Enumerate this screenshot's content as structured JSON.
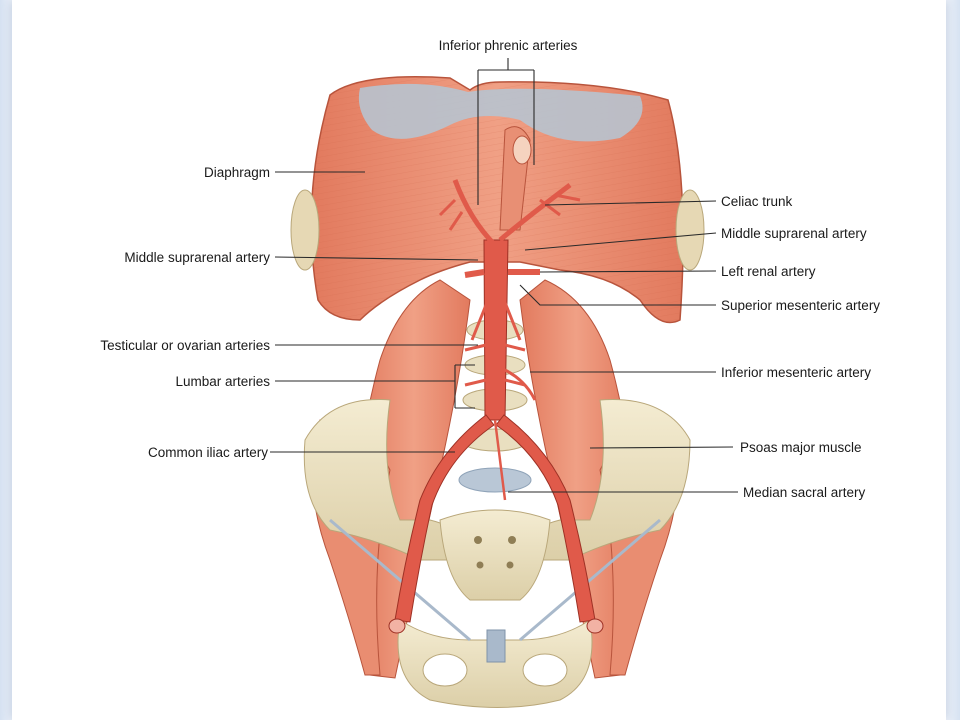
{
  "labels": {
    "inferior_phrenic": "Inferior phrenic arteries",
    "diaphragm": "Diaphragm",
    "middle_suprarenal_left": "Middle suprarenal artery",
    "testicular_ovarian": "Testicular or ovarian arteries",
    "lumbar": "Lumbar arteries",
    "common_iliac": "Common iliac artery",
    "celiac_trunk": "Celiac trunk",
    "middle_suprarenal_right": "Middle suprarenal artery",
    "left_renal": "Left renal artery",
    "superior_mesenteric": "Superior mesenteric artery",
    "inferior_mesenteric": "Inferior mesenteric artery",
    "psoas_major": "Psoas major muscle",
    "median_sacral": "Median sacral artery"
  },
  "colors": {
    "muscle": "#e9866a",
    "muscle_dark": "#d2654a",
    "artery": "#e05a4a",
    "bone": "#eee4c4",
    "tendon": "#aab9c8"
  }
}
